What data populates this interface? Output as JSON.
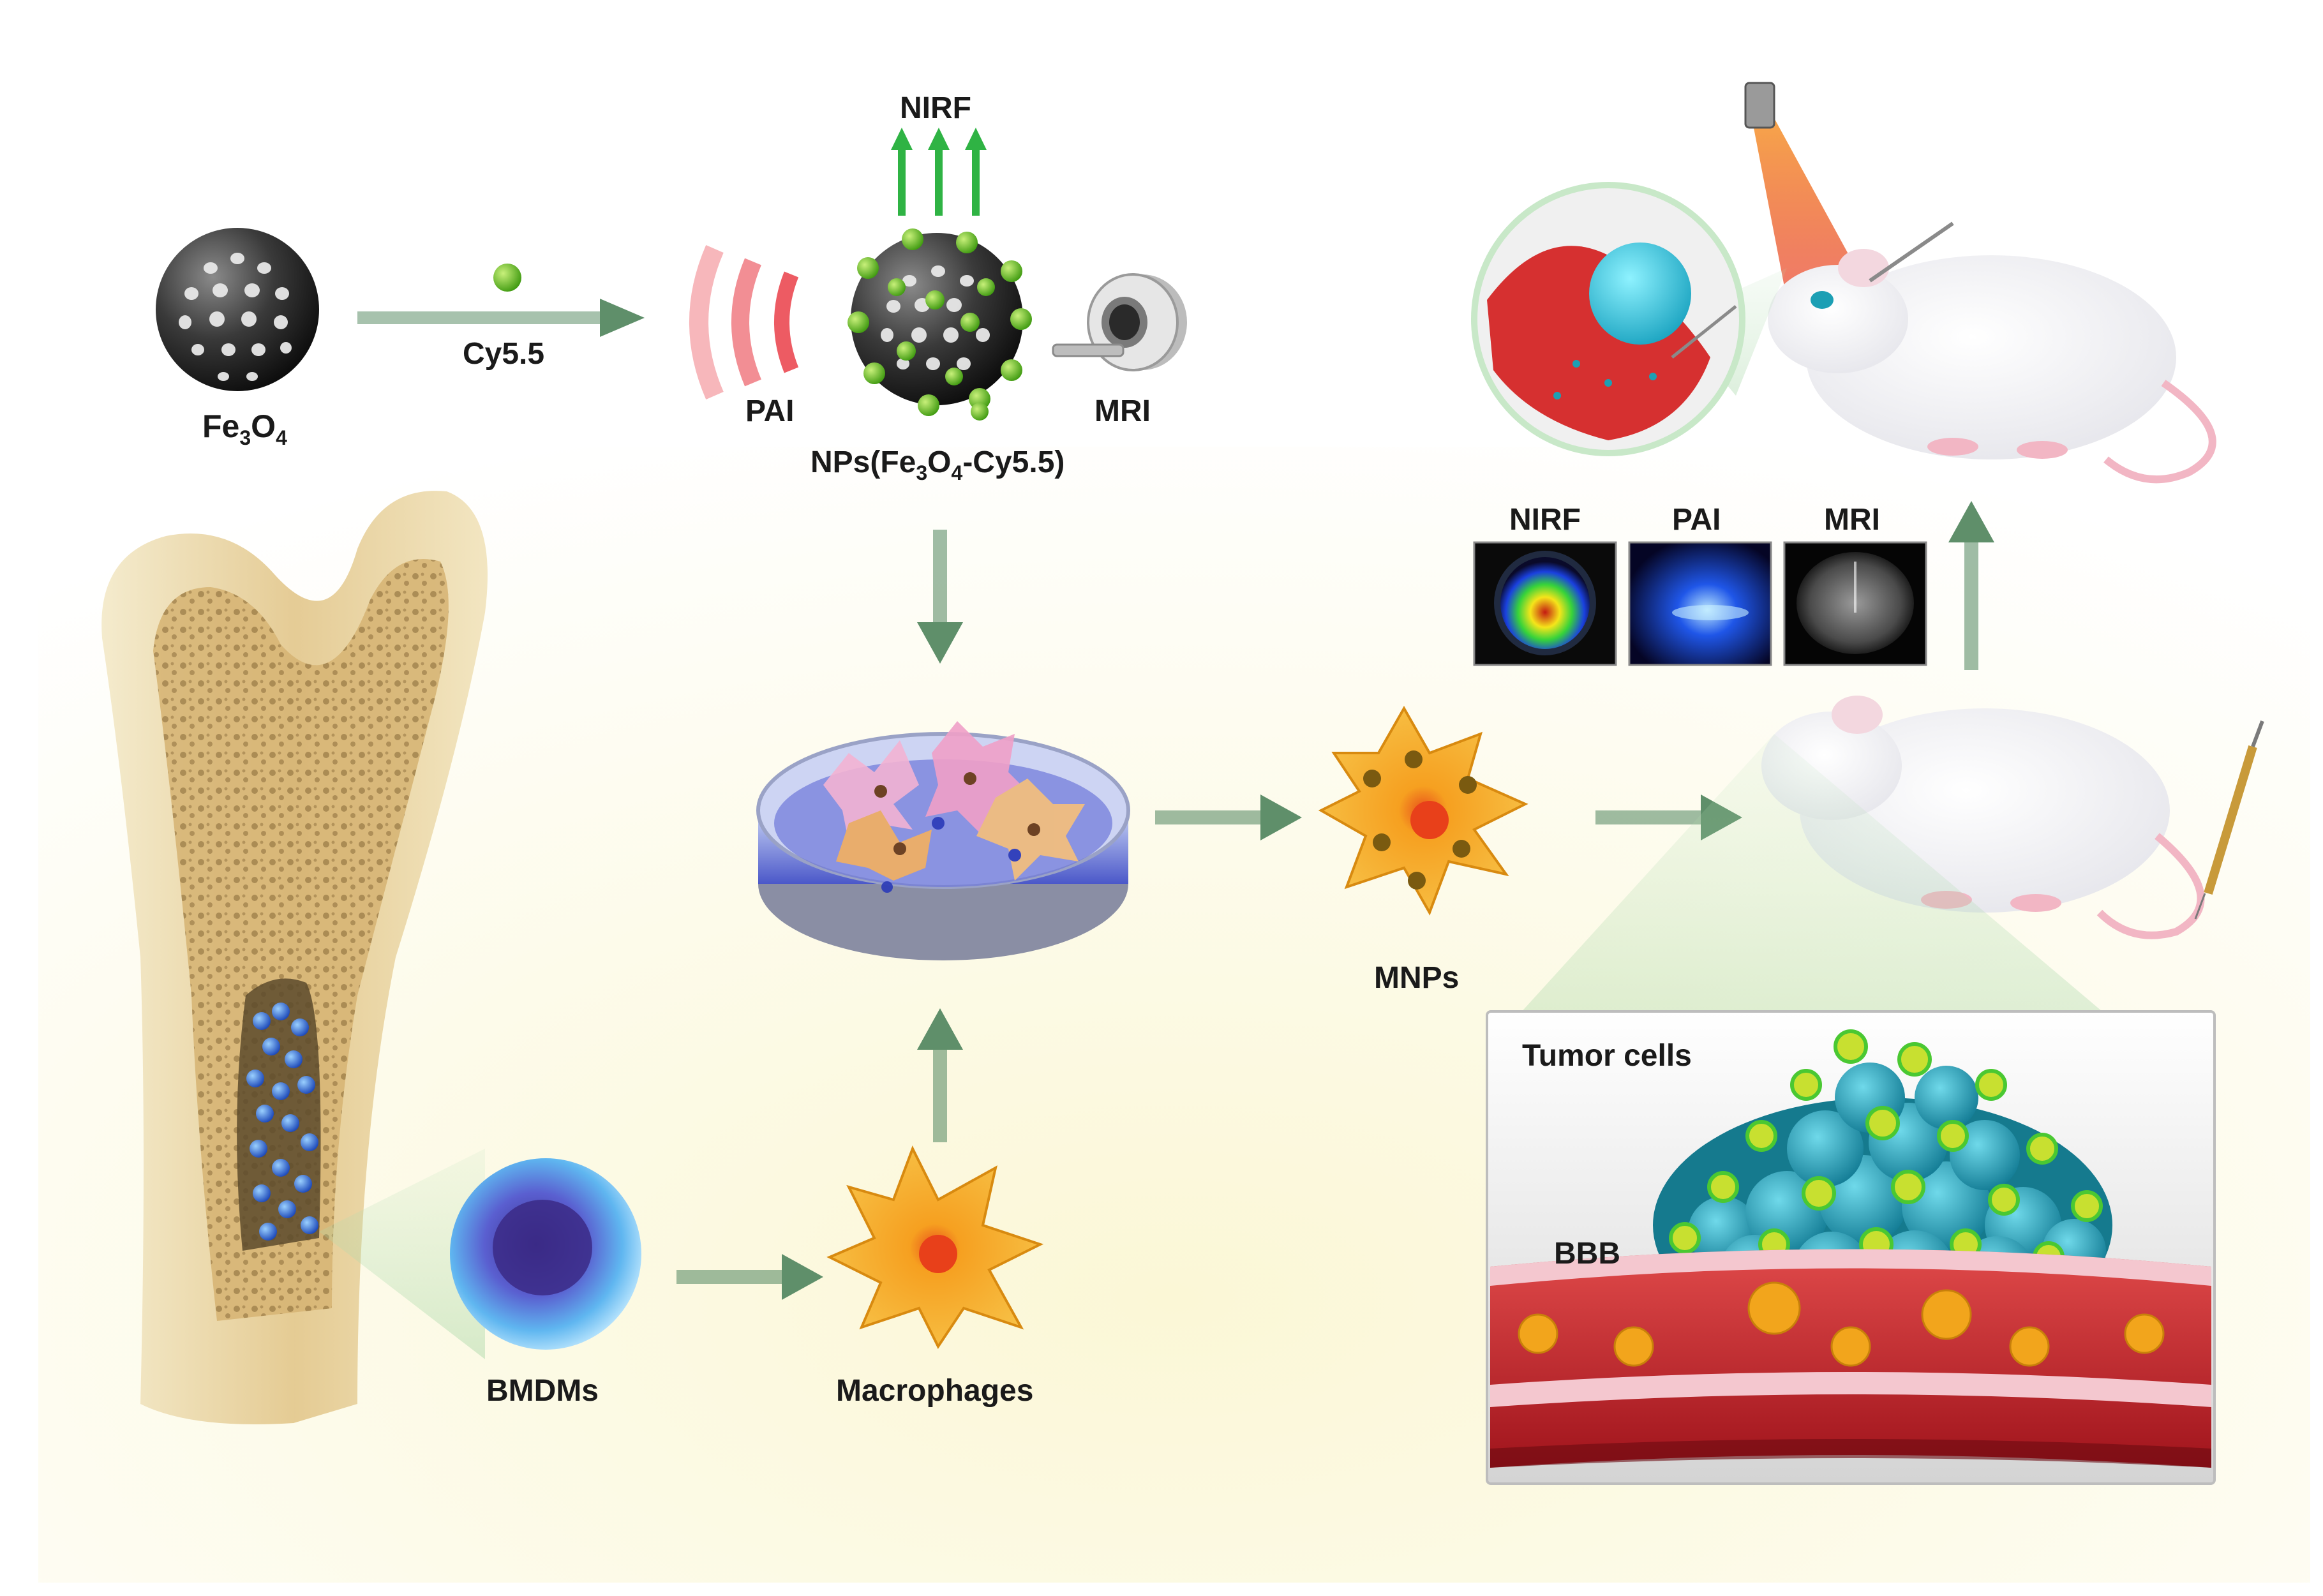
{
  "labels": {
    "fe3o4": {
      "main": "Fe",
      "sub1": "3",
      "mid": "O",
      "sub2": "4"
    },
    "cy55": "Cy5.5",
    "nirf_top": "NIRF",
    "pai": "PAI",
    "mri": "MRI",
    "nps": {
      "pre": "NPs(Fe",
      "sub1": "3",
      "mid": "O",
      "sub2": "4",
      "post": "-Cy5.5)"
    },
    "bmdms": "BMDMs",
    "macrophages": "Macrophages",
    "mnps": "MNPs",
    "tumor_cells": "Tumor cells",
    "bbb": "BBB"
  },
  "imaging_panels": [
    {
      "label": "NIRF"
    },
    {
      "label": "PAI"
    },
    {
      "label": "MRI"
    }
  ],
  "colors": {
    "arrow_green": "#5f8f6a",
    "nirf_arrow": "#2fb344",
    "nanoparticle_dark": "#2e2e2e",
    "cy55_dot": "#6cc424",
    "pai_wave": "#e8323c",
    "macrophage": "#f2a51c",
    "cell_blue": "#2a7fd6",
    "tumor_teal": "#1c9fb4",
    "vessel_red": "#c8202c",
    "bone_tan": "#e3c98e",
    "background_glow": "#fbf8dd"
  }
}
